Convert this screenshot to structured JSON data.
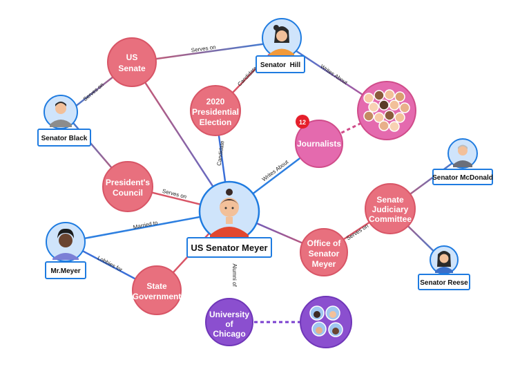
{
  "nodes": {
    "us_senate": [
      "US",
      "Senate"
    ],
    "presidential_election": [
      "2020",
      "Presidential",
      "Election"
    ],
    "presidents_council": [
      "President's",
      "Council"
    ],
    "journalists": [
      "Journalists"
    ],
    "state_government": [
      "State",
      "Government"
    ],
    "office_of_senator_meyer": [
      "Office of",
      "Senator",
      "Meyer"
    ],
    "senate_judiciary_committee": [
      "Senate",
      "Judiciary",
      "Committee"
    ],
    "university_of_chicago": [
      "University",
      "of",
      "Chicago"
    ]
  },
  "people": {
    "senator_black": "Senator Black",
    "senator_hill": "Senator  Hill",
    "us_senator_meyer": "US Senator Meyer",
    "mr_meyer": "Mr.Meyer",
    "senator_mcdonald": "Senator McDonald",
    "senator_reese": "Senator Reese"
  },
  "edges": {
    "serves_on_senate_hill": "Serves on",
    "serves_on_black_senate": "Serves on",
    "candidate_hill": "Candidate",
    "writes_about_hill": "Writes About",
    "candidate_meyer": "Candidate",
    "writes_about_meyer": "Writes About",
    "serves_on_council": "Serves on",
    "married_to": "Married to",
    "lobbies_for": "Lobbies for",
    "alumni_of": "Alumni of",
    "serves_on_office": "Serves on"
  },
  "badges": {
    "journalists_count": "12"
  },
  "colors": {
    "red_node": "#E8707E",
    "red_stroke": "#D85566",
    "pink_node": "#E46AAE",
    "purple_node": "#8B4FCF",
    "blue_stroke": "#1E7BE0",
    "badge": "#E51F2B"
  }
}
